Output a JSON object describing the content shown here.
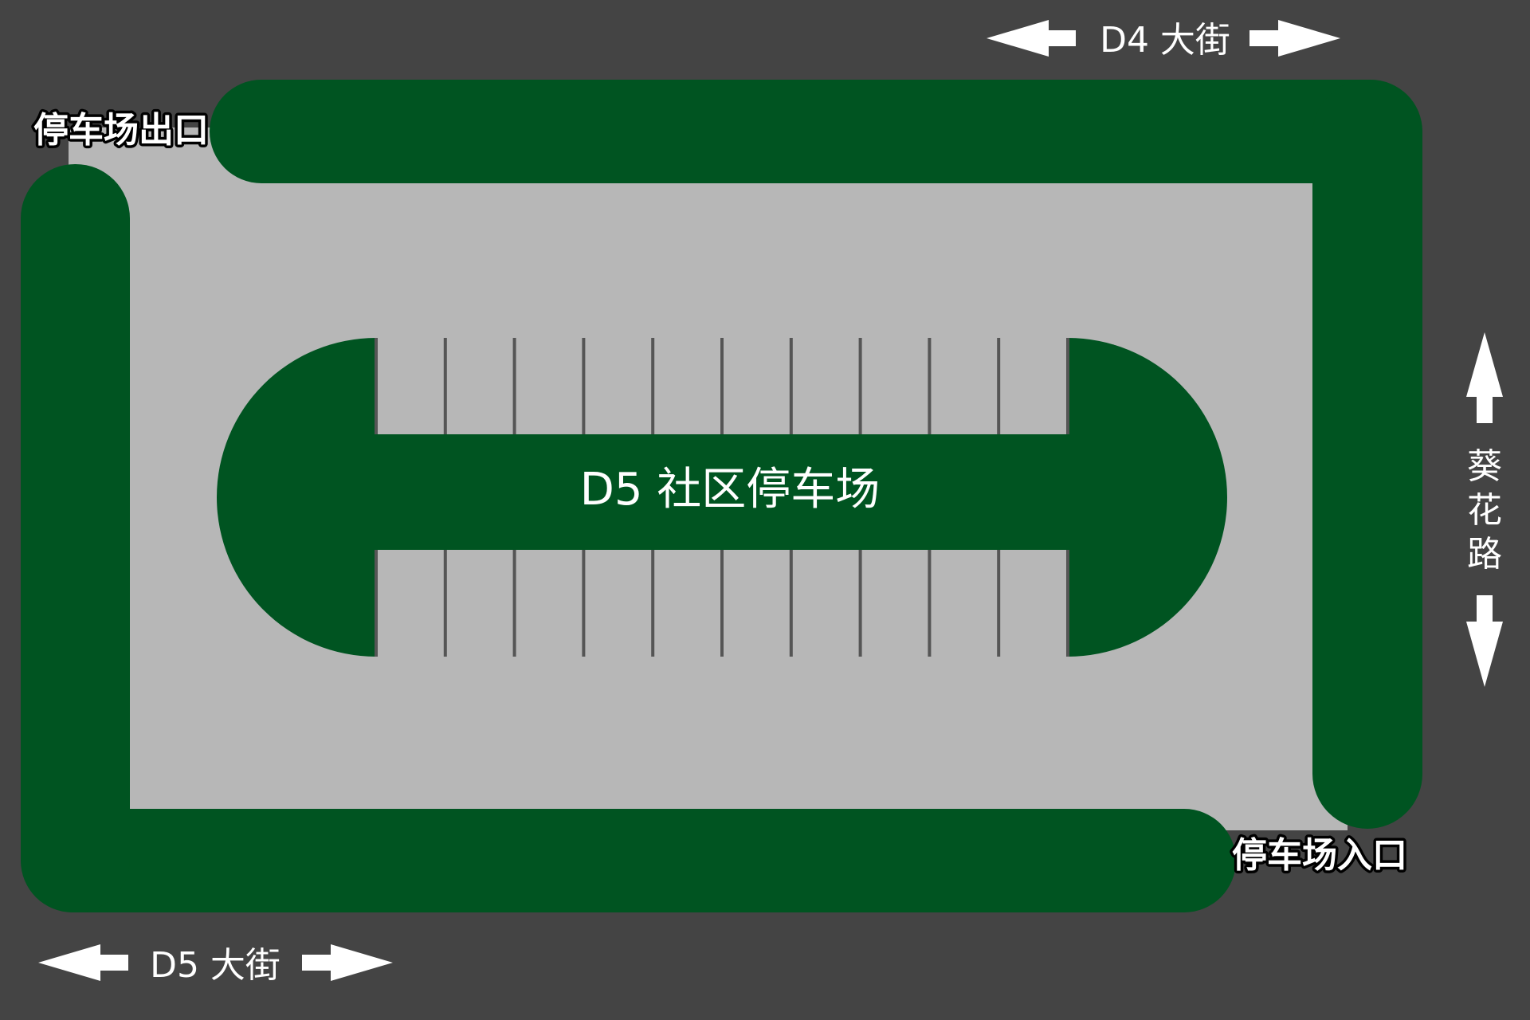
{
  "colors": {
    "road": "#444444",
    "lot_surface": "#b7b7b7",
    "green": "#005421",
    "stall_line": "#555555",
    "text": "#ffffff"
  },
  "streets": {
    "north": {
      "name": "D4 大街",
      "direction": "two-way"
    },
    "south": {
      "name": "D5 大街",
      "direction": "two-way"
    },
    "east": {
      "name_chars": [
        "葵",
        "花",
        "路"
      ],
      "direction": "two-way"
    }
  },
  "lot": {
    "title": "D5 社区停车场",
    "exit_label": "停车场出口",
    "entrance_label": "停车场入口",
    "stalls_per_row": 10,
    "rows": 2
  },
  "icons": [
    "arrow-left-icon",
    "arrow-right-icon",
    "arrow-up-icon",
    "arrow-down-icon"
  ]
}
